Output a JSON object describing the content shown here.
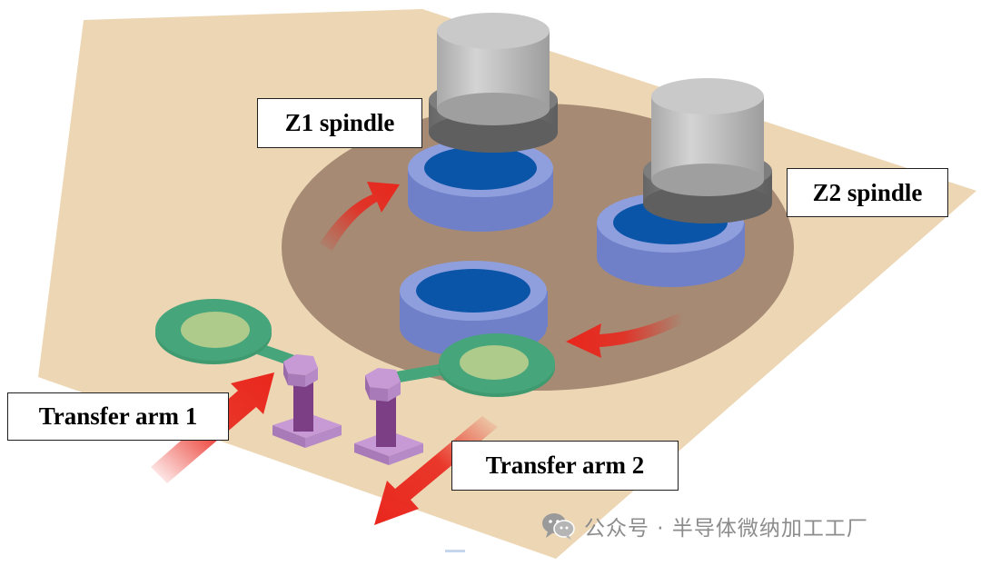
{
  "labels": {
    "z1_spindle": "Z1 spindle",
    "z2_spindle": "Z2 spindle",
    "transfer_arm_1": "Transfer arm 1",
    "transfer_arm_2": "Transfer arm 2"
  },
  "watermark": {
    "text": "公众号 · 半导体微纳加工工厂",
    "icon": "wechat-icon"
  },
  "colors": {
    "plate": "#ecd6b4",
    "turntable": "#a68a74",
    "spindle": "#b9b9b9",
    "chuck_ring": "#8f9fde",
    "chuck_center": "#0b55a8",
    "transfer_arm": "#46a57a",
    "arm_pad": "#aecb8c",
    "post": "#7c3f86",
    "arrow": "#e9261c"
  }
}
